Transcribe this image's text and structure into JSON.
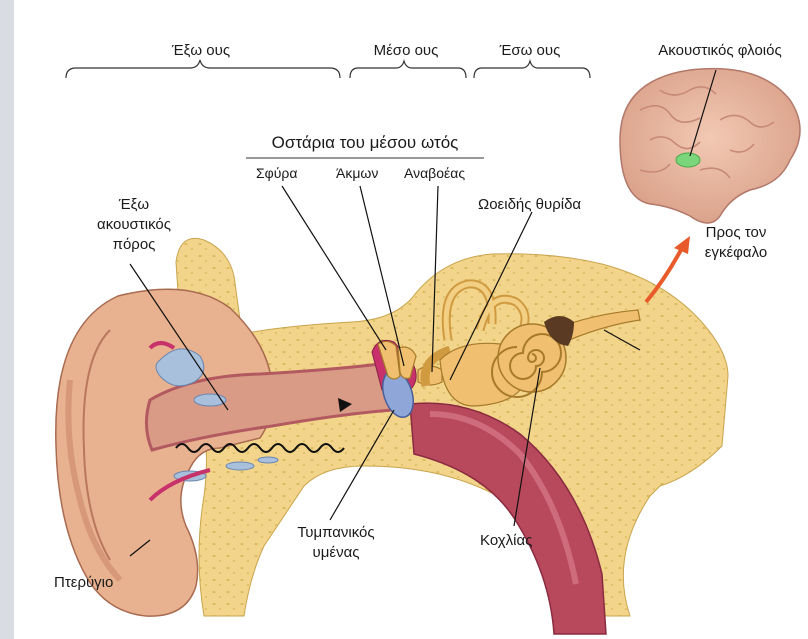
{
  "regions": {
    "outer": "Έξω ους",
    "middle": "Μέσο ους",
    "inner": "Έσω ους",
    "cortex": "Ακουστικός φλοιός"
  },
  "ossicles": {
    "title": "Οστάρια του μέσου ωτός",
    "malleus": "Σφύρα",
    "incus": "Άκμων",
    "stapes": "Αναβοέας"
  },
  "labels": {
    "canal_1": "Έξω",
    "canal_2": "ακουστικός",
    "canal_3": "πόρος",
    "oval_window": "Ωοειδής θυρίδα",
    "to_brain_1": "Προς τον",
    "to_brain_2": "εγκέφαλο",
    "tympanic_1": "Τυμπανικός",
    "tympanic_2": "υμένας",
    "cochlea": "Κοχλίας",
    "pinna": "Πτερύγιο"
  },
  "colors": {
    "bone": "#f2d58a",
    "bone_dot": "#d9b860",
    "skin": "#e8b18f",
    "canal": "#d99a86",
    "magenta": "#c8326a",
    "tube": "#b8485c",
    "drum": "#8fa6d8",
    "cochlea": "#f0c070",
    "brain": "#e8b8a0",
    "cortex_spot": "#7bd67b",
    "arrow": "#e85a2a"
  }
}
